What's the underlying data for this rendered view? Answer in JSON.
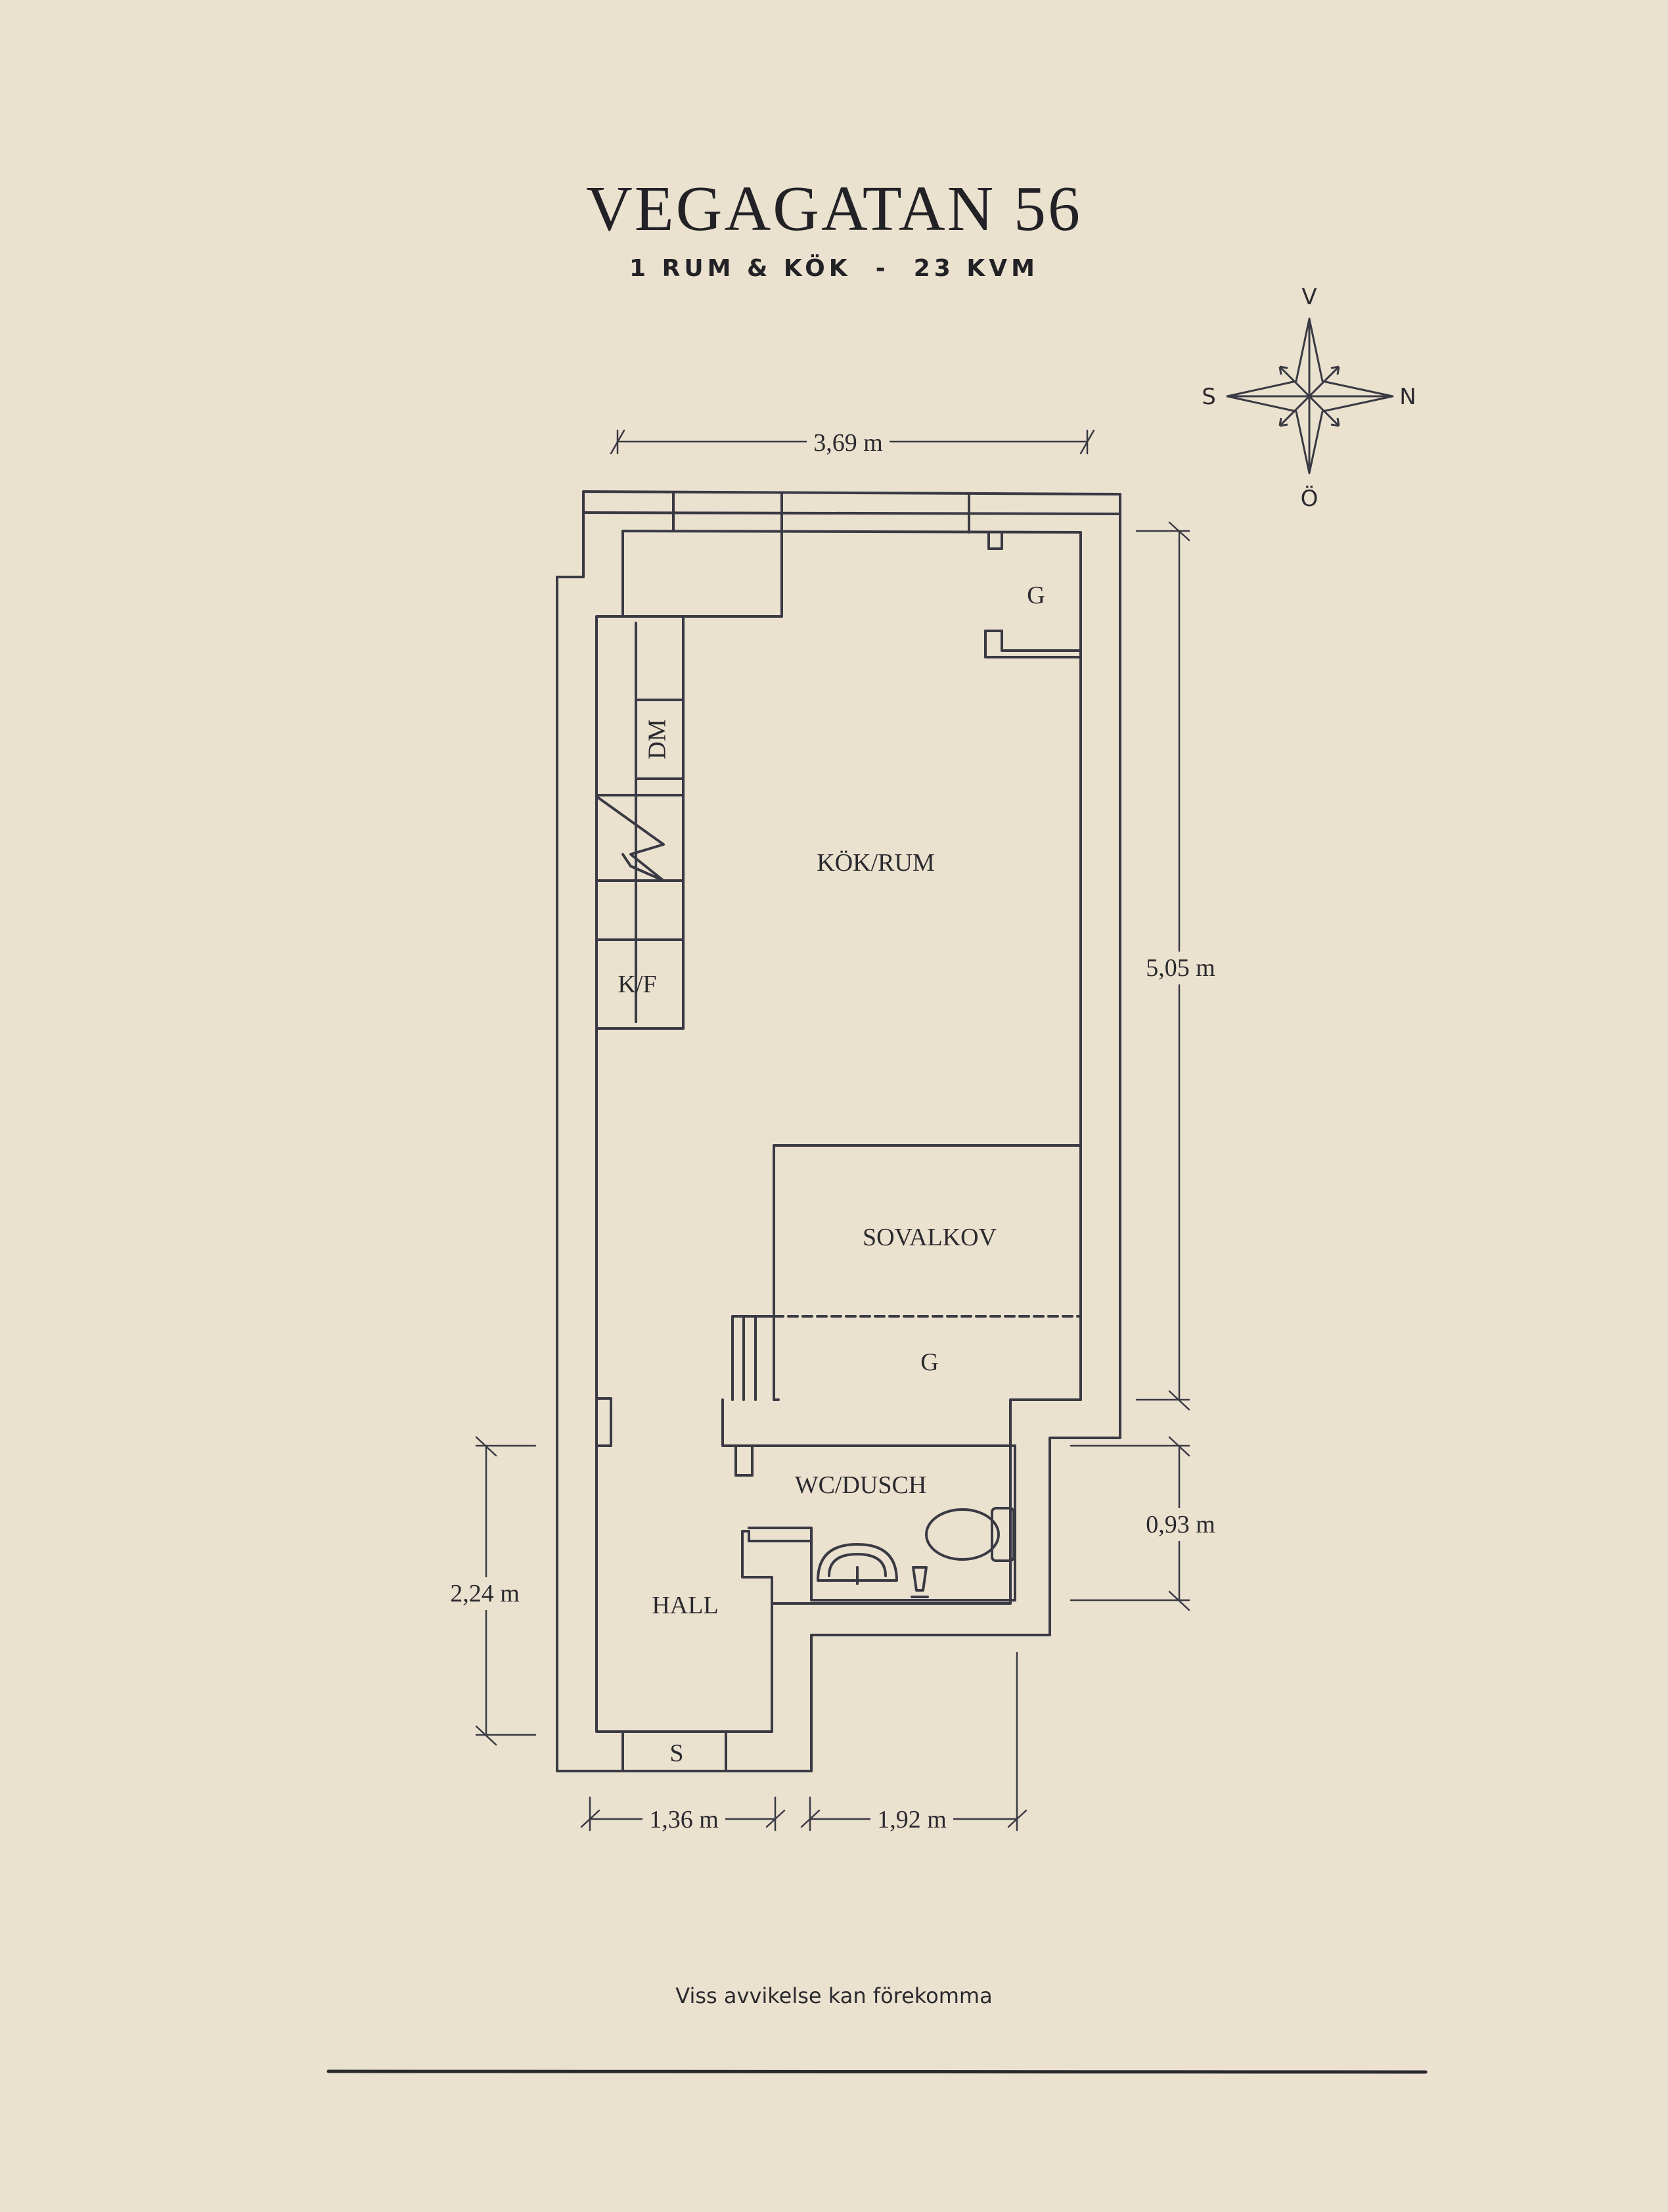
{
  "header": {
    "title": "VEGAGATAN 56",
    "subtitle": "1 RUM & KÖK  -  23 KVM"
  },
  "compass": {
    "north": "N",
    "south": "S",
    "west": "V",
    "east": "Ö"
  },
  "rooms": {
    "kitchen_room": "KÖK/RUM",
    "closet_top": "G",
    "dishwasher": "DM",
    "fridge_freezer": "K/F",
    "sleeping_alcove": "SOVALKOV",
    "closet_alcove": "G",
    "bathroom": "WC/DUSCH",
    "hall": "HALL",
    "hall_storage": "S"
  },
  "dimensions": {
    "top_width": "3,69 m",
    "right_height": "5,05 m",
    "bathroom_height": "0,93 m",
    "hall_height": "2,24 m",
    "hall_width": "1,36 m",
    "bathroom_width": "1,92 m"
  },
  "footer": {
    "disclaimer": "Viss avvikelse kan förekomma"
  },
  "colors": {
    "background": "#ebe1cf",
    "ink": "#2a2a2e"
  }
}
